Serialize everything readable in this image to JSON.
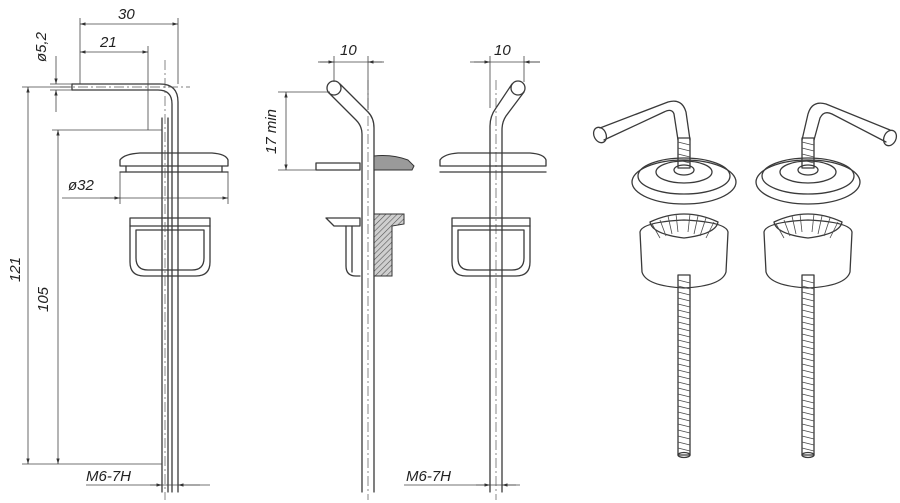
{
  "dimensions": {
    "width_30": "30",
    "width_21": "21",
    "diameter_hole": "ø5,2",
    "diameter_cap": "ø32",
    "height_121": "121",
    "height_105": "105",
    "thread_left": "M6-7H",
    "offset_10_a": "10",
    "offset_10_b": "10",
    "min_17": "17 min",
    "thread_right": "M6-7H"
  },
  "colors": {
    "line": "#3a3a3a",
    "hatch": "#9a9a9a"
  }
}
